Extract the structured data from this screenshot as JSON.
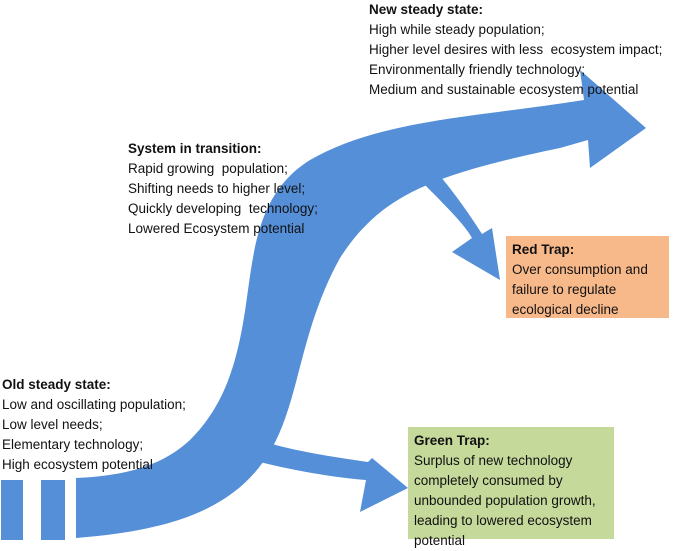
{
  "colors": {
    "arrow": "#548fd8",
    "red_trap_bg": "#f8b98a",
    "green_trap_bg": "#c5d99b",
    "text": "#111111"
  },
  "new_state": {
    "heading": "New steady state:",
    "lines": [
      "High while steady population;",
      "Higher level desires with less  ecosystem impact;",
      "Environmentally friendly technology;",
      "Medium and sustainable ecosystem potential"
    ]
  },
  "transition": {
    "heading": "System in transition:",
    "lines": [
      "Rapid growing  population;",
      "Shifting needs to higher level;",
      "Quickly developing  technology;",
      "Lowered Ecosystem potential"
    ]
  },
  "old_state": {
    "heading": "Old steady state:",
    "lines": [
      "Low and oscillating population;",
      "Low level needs;",
      "Elementary technology;",
      "High ecosystem potential"
    ]
  },
  "red_trap": {
    "heading": "Red Trap:",
    "lines": [
      "Over consumption and",
      "failure to regulate",
      "ecological decline"
    ]
  },
  "green_trap": {
    "heading": "Green Trap:",
    "lines": [
      "Surplus of new technology",
      "completely consumed by",
      "unbounded population growth,",
      "leading to lowered ecosystem",
      "potential"
    ]
  }
}
